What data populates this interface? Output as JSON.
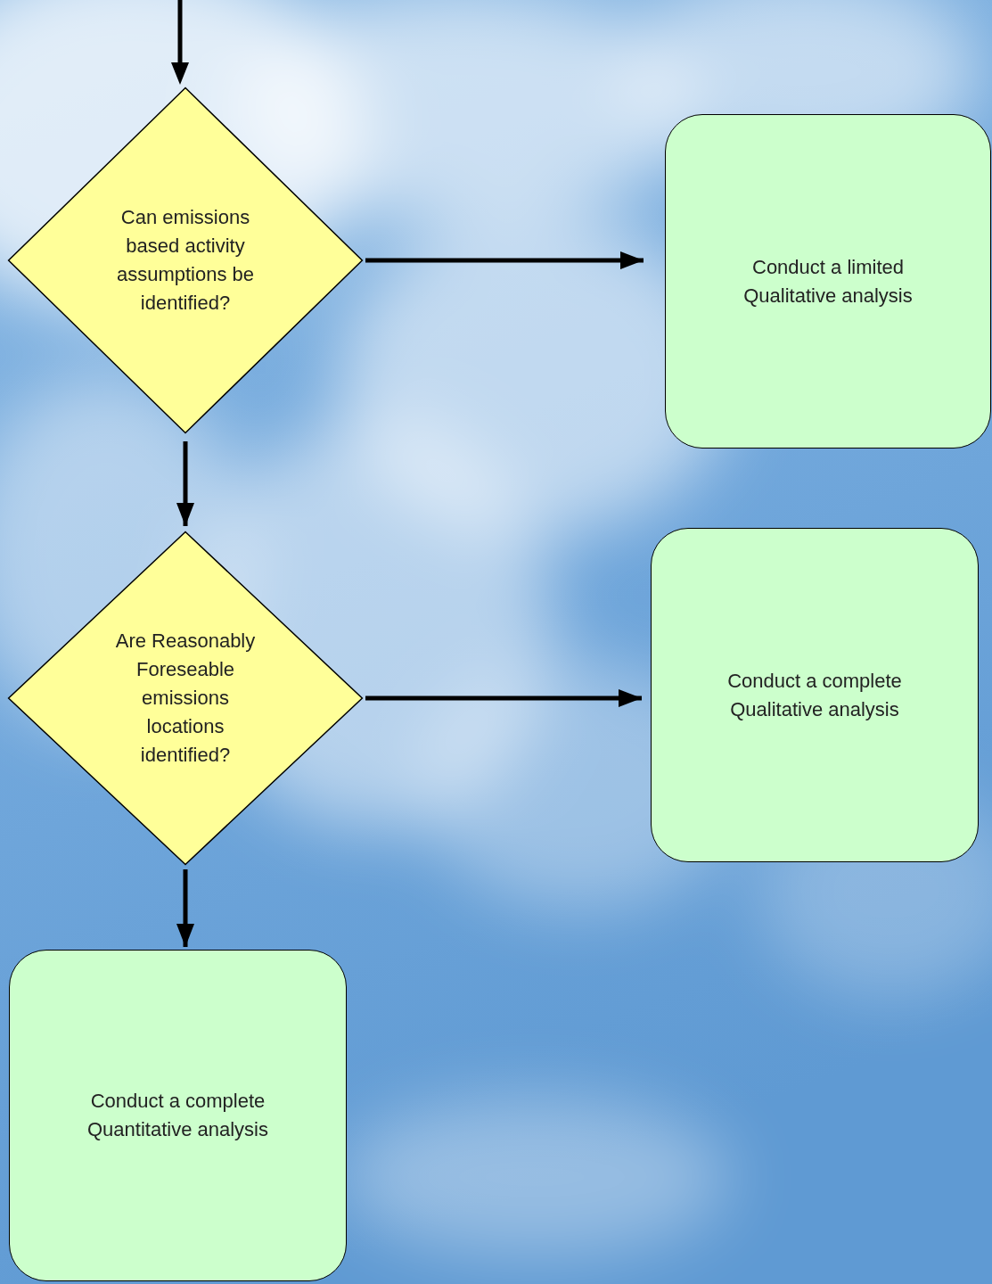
{
  "diagram": {
    "nodes": [
      {
        "text": [
          "Can emissions based activity assumptions be identified?"
        ]
      },
      {
        "text": [
          "Conduct a limited Qualitative analysis"
        ]
      },
      {
        "text": [
          "Are Reasonably Foreseable emissions locations identified?"
        ]
      },
      {
        "text": [
          "Conduct a complete Qualitative analysis"
        ]
      },
      {
        "text": [
          "Conduct a complete Quantitative analysis"
        ]
      }
    ],
    "edges": [
      {
        "from": 0,
        "to": 1,
        "arrow": "to"
      },
      {
        "from": 0,
        "to": 2,
        "arrow": "to"
      },
      {
        "from": 2,
        "to": 3,
        "arrow": "to"
      },
      {
        "from": 2,
        "to": 4,
        "arrow": "to"
      }
    ]
  }
}
